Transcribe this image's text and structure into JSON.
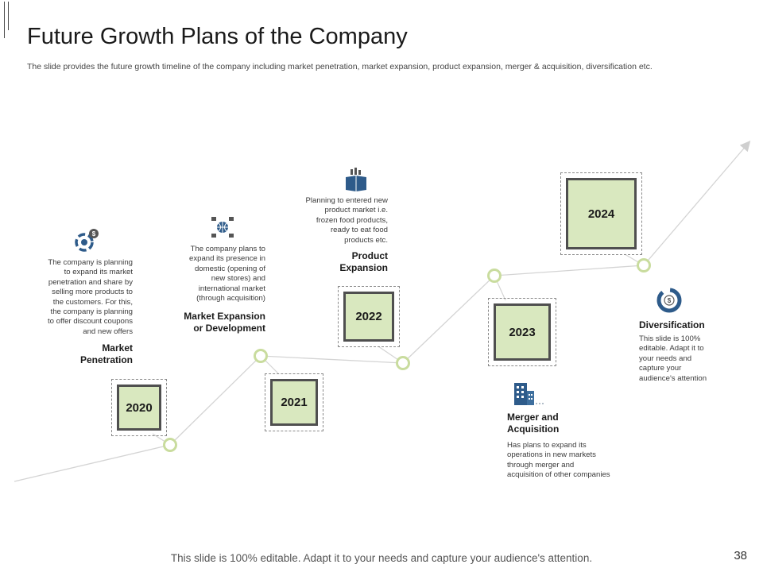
{
  "title": "Future Growth Plans of the Company",
  "subtitle": "The slide provides the future growth timeline of the company including market penetration, market expansion, product expansion, merger & acquisition, diversification etc.",
  "colors": {
    "accent": "#c9dc9e",
    "box_fill": "#d9e8bf",
    "box_border": "#4f4f4f",
    "line": "#cfcfcf",
    "icon_blue": "#2e5b8a"
  },
  "milestones": [
    {
      "year": "2020",
      "heading": "Market Penetration",
      "heading_l1": "Market",
      "heading_l2": "Penetration",
      "desc_lines": [
        "The company is planning",
        "to expand its market",
        "penetration and share by",
        "selling more products to",
        "the customers. For this,",
        "the company is planning",
        "to offer discount coupons",
        "and new offers"
      ],
      "icon": "target-dollar-icon"
    },
    {
      "year": "2021",
      "heading": "Market Expansion or Development",
      "heading_l1": "Market Expansion",
      "heading_l2": "or Development",
      "desc_lines": [
        "The company plans to",
        "expand its presence in",
        "domestic (opening of",
        "new stores) and",
        "international market",
        "(through acquisition)"
      ],
      "icon": "globe-network-icon"
    },
    {
      "year": "2022",
      "heading": "Product Expansion",
      "heading_l1": "Product",
      "heading_l2": "Expansion",
      "desc_lines": [
        "Planning to entered new",
        "product market i.e.",
        "frozen food products,",
        "ready to eat food",
        "products etc."
      ],
      "icon": "product-box-chart-icon"
    },
    {
      "year": "2023",
      "heading": "Merger and Acquisition",
      "heading_l1": "Merger and",
      "heading_l2": "Acquisition",
      "desc_lines": [
        "Has plans to expand its",
        "operations in new markets",
        "through merger and",
        "acquisition of other companies"
      ],
      "icon": "office-building-icon"
    },
    {
      "year": "2024",
      "heading": "Diversification",
      "heading_l1": "Diversification",
      "heading_l2": "",
      "desc_lines": [
        "This slide is 100%",
        "editable.  Adapt it to",
        "your needs and",
        "capture your",
        "audience's attention"
      ],
      "icon": "pie-dollar-icon"
    }
  ],
  "footer": "This slide is 100% editable. Adapt it to your needs and capture your audience's attention.",
  "page_number": "38"
}
